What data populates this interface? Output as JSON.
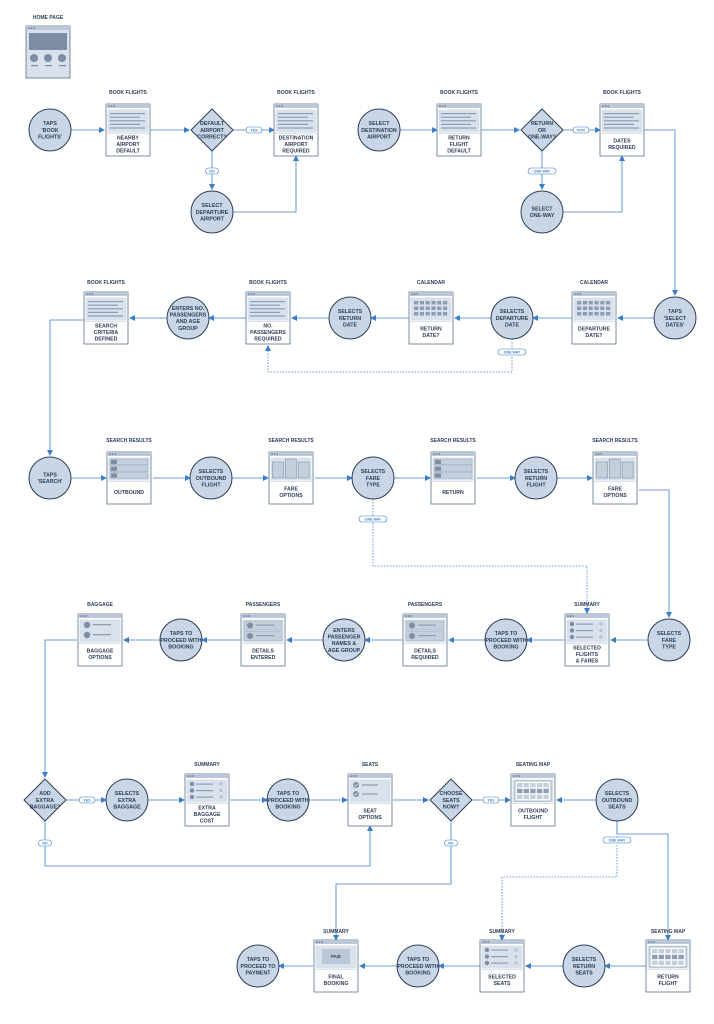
{
  "diagram": {
    "home_title": "HOME PAGE",
    "titles": {
      "bf1": "BOOK FLIGHTS",
      "bf2": "BOOK FLIGHTS",
      "bf3": "BOOK FLIGHTS",
      "bf4": "BOOK FLIGHTS",
      "bf5": "BOOK FLIGHTS",
      "bf6": "BOOK FLIGHTS",
      "cal1": "CALENDAR",
      "cal2": "CALENDAR",
      "sr1": "SEARCH RESULTS",
      "sr2": "SEARCH RESULTS",
      "sr3": "SEARCH RESULTS",
      "sr4": "SEARCH RESULTS",
      "bag": "BAGGAGE",
      "pas1": "PASSENGERS",
      "pas2": "PASSENGERS",
      "sum1": "SUMMARY",
      "sum2": "SUMMARY",
      "seats": "SEATS",
      "map1": "SEATING MAP",
      "sum3": "SUMMARY",
      "sum4": "SUMMARY",
      "map2": "SEATING MAP"
    },
    "captions": {
      "bf1": [
        "NEARBY",
        "AIRPORT",
        "DEFAULT"
      ],
      "bf2": [
        "DESTINATION",
        "AIRPORT",
        "REQUIRED"
      ],
      "bf3": [
        "RETURN",
        "FLIGHT",
        "DEFAULT"
      ],
      "bf4": [
        "DATES",
        "REQUIRED"
      ],
      "bf5": [
        "SEARCH",
        "CRITERIA",
        "DEFINED"
      ],
      "bf6": [
        "NO.",
        "PASSENGERS",
        "REQUIRED"
      ],
      "cal1": [
        "RETURN",
        "DATE?"
      ],
      "cal2": [
        "DEPARTURE",
        "DATE?"
      ],
      "sr1": [
        "OUTBOUND"
      ],
      "sr2": [
        "FARE",
        "OPTIONS"
      ],
      "sr3": [
        "RETURN"
      ],
      "sr4": [
        "FARE",
        "OPTIONS"
      ],
      "bag": [
        "BAGGAGE",
        "OPTIONS"
      ],
      "pas1": [
        "DETAILS",
        "ENTERED"
      ],
      "pas2": [
        "DETAILS",
        "REQUIRED"
      ],
      "sum1": [
        "SELECTED",
        "FLIGHTS",
        "& FARES"
      ],
      "sum2": [
        "EXTRA",
        "BAGGAGE",
        "COST"
      ],
      "seats": [
        "SEAT",
        "OPTIONS"
      ],
      "map1": [
        "OUTBOUND",
        "FLIGHT"
      ],
      "sum3": [
        "FINAL",
        "BOOKING"
      ],
      "sum4": [
        "SELECTED",
        "SEATS"
      ],
      "map2": [
        "RETURN",
        "FLIGHT"
      ]
    },
    "actions": {
      "a1": [
        "TAPS",
        "'BOOK",
        "FLIGHTS'"
      ],
      "a2": [
        "SELECT",
        "DESTINATION",
        "AIRPORT"
      ],
      "a3": [
        "SELECT",
        "DEPARTURE",
        "AIRPORT"
      ],
      "a4": [
        "SELECT",
        "ONE-WAY"
      ],
      "a5": [
        "ENTERS NO.",
        "PASSENGERS",
        "AND AGE",
        "GROUP"
      ],
      "a6": [
        "SELECTS",
        "RETURN",
        "DATE"
      ],
      "a7": [
        "SELECTS",
        "DEPARTURE",
        "DATE"
      ],
      "a8": [
        "TAPS",
        "'SELECT",
        "DATES'"
      ],
      "a9": [
        "TAPS",
        "'SEARCH'"
      ],
      "a10": [
        "SELECTS",
        "OUTBOUND",
        "FLIGHT"
      ],
      "a11": [
        "SELECTS",
        "FARE",
        "TYPE"
      ],
      "a12": [
        "SELECTS",
        "RETURN",
        "FLIGHT"
      ],
      "a13": [
        "TAPS TO",
        "PROCEED WITH",
        "BOOKING"
      ],
      "a14": [
        "ENTERS",
        "PASSENGER",
        "NAMES &",
        "AGE GROUP"
      ],
      "a15": [
        "TAPS TO",
        "PROCEED WITH",
        "BOOKING"
      ],
      "a16": [
        "SELECTS",
        "FARE",
        "TYPE"
      ],
      "a17": [
        "SELECTS",
        "EXTRA",
        "BAGGAGE"
      ],
      "a18": [
        "TAPS TO",
        "PROCEED WITH",
        "BOOKING"
      ],
      "a19": [
        "SELECTS",
        "OUTBOUND",
        "SEATS"
      ],
      "a20": [
        "TAPS TO",
        "PROCEED TO",
        "PAYMENT"
      ],
      "a21": [
        "TAPS TO",
        "PROCEED WITH",
        "BOOKING"
      ],
      "a22": [
        "SELECTS",
        "RETURN",
        "SEATS"
      ]
    },
    "decisions": {
      "d1": [
        "DEFAULT",
        "AIRPORT",
        "CORRECT?"
      ],
      "d2": [
        "RETURN",
        "OR",
        "ONE-WAY?"
      ],
      "d3": [
        "ADD",
        "EXTRA",
        "BAGGAGE?"
      ],
      "d4": [
        "CHOOSE",
        "SEATS",
        "NOW?"
      ]
    },
    "pills": {
      "p1": "YES",
      "p2": "NO",
      "p3": "RTN",
      "p4": "ONE WAY",
      "p5": "ONE WAY",
      "p6": "ONE WAY",
      "p7": "YES",
      "p8": "NO",
      "p9": "YES",
      "p10": "NO",
      "p11": "ONE WAY"
    },
    "mockup_text": {
      "paid": "PAID"
    },
    "colors": {
      "accent": "#3d7fc7",
      "circle_fill": "#c8d6e6",
      "circle_stroke": "#2d3e57",
      "screen_fill": "#d9e2ec",
      "text": "#2d3e57"
    }
  }
}
